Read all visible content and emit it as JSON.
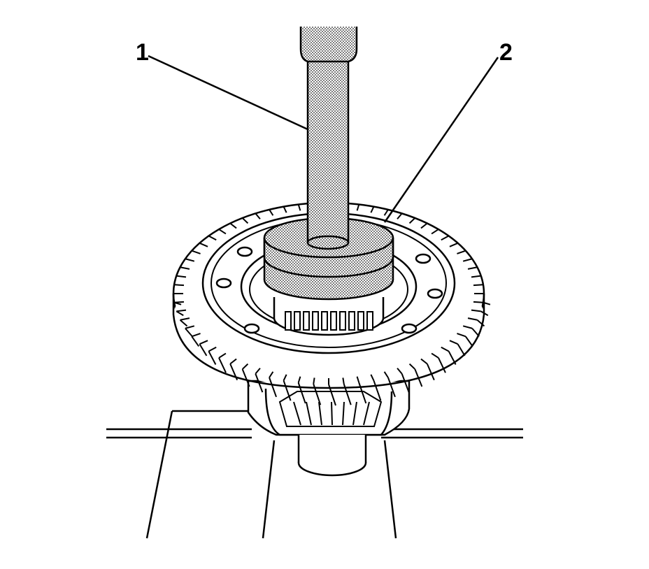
{
  "callouts": [
    {
      "id": "1",
      "label": "1"
    },
    {
      "id": "2",
      "label": "2"
    }
  ],
  "colors": {
    "line": "#000000",
    "background": "#ffffff",
    "tool_fill": "#8c8c8c"
  }
}
